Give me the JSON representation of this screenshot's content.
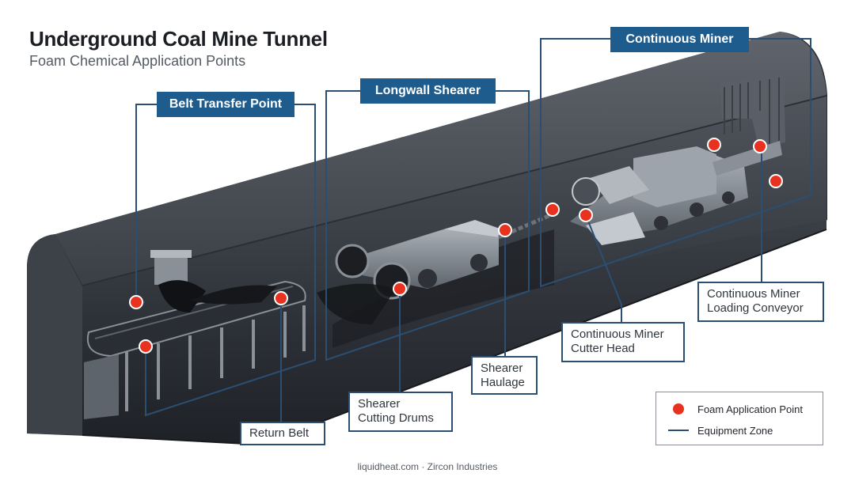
{
  "header": {
    "title": "Underground Coal Mine Tunnel",
    "subtitle": "Foam Chemical Application Points"
  },
  "zones": {
    "belt_transfer": "Belt Transfer Point",
    "longwall": "Longwall Shearer",
    "continuous_miner": "Continuous Miner"
  },
  "callouts": {
    "return_belt": "Return Belt",
    "shearer_cutting_drums": "Shearer\nCutting Drums",
    "shearer_haulage": "Shearer\nHaulage",
    "cm_cutter_head": "Continuous Miner\nCutter Head",
    "cm_loading_conveyor": "Continuous Miner\nLoading Conveyor"
  },
  "legend": {
    "point_label": "Foam Application Point",
    "zone_label": "Equipment Zone"
  },
  "colors": {
    "foam_point": "#e8321f",
    "zone_line": "#2b4f73",
    "zone_tag": "#1f5c8e"
  },
  "footer": "liquidheat.com · Zircon Industries"
}
